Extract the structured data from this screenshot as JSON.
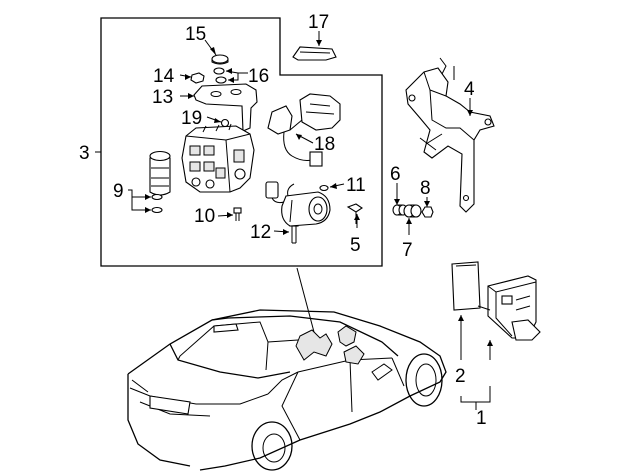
{
  "diagram": {
    "callouts": {
      "c1": "1",
      "c2": "2",
      "c3": "3",
      "c4": "4",
      "c5": "5",
      "c6": "6",
      "c7": "7",
      "c8": "8",
      "c9": "9",
      "c10": "10",
      "c11": "11",
      "c12": "12",
      "c13": "13",
      "c14": "14",
      "c15": "15",
      "c16": "16",
      "c17": "17",
      "c18": "18",
      "c19": "19"
    },
    "colors": {
      "line": "#000000",
      "background": "#ffffff",
      "shade": "#e6e6e6"
    }
  }
}
